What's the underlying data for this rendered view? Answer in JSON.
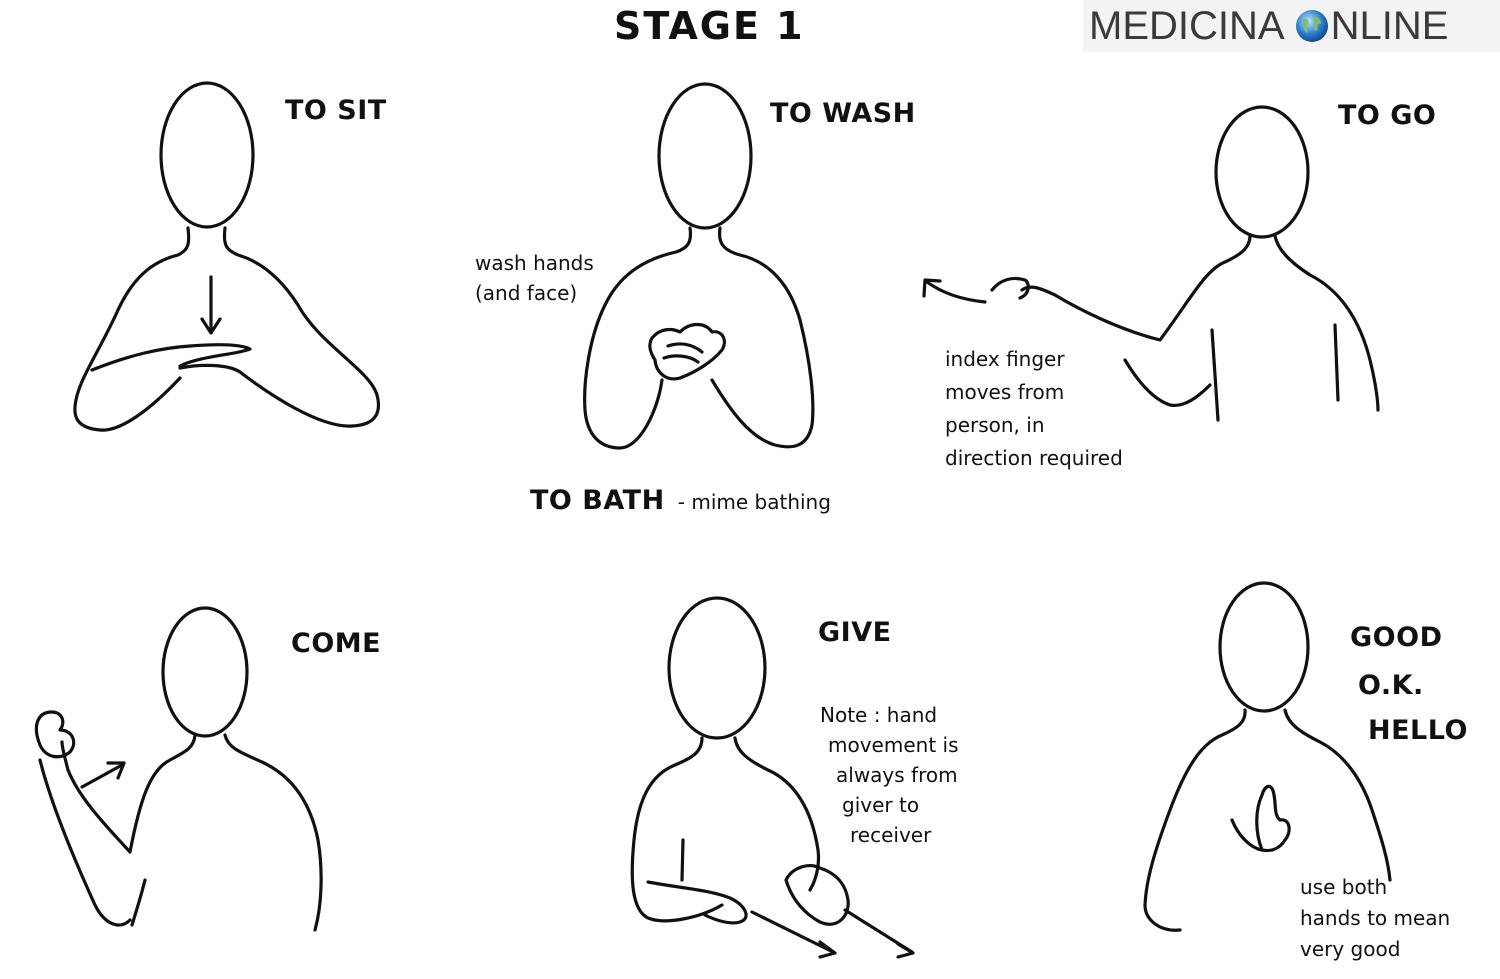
{
  "title": "STAGE 1",
  "watermark": {
    "part1": "MEDICINA",
    "part2": "NLINE",
    "globe_icon": "globe-icon"
  },
  "signs": {
    "to_sit": {
      "label": "TO SIT"
    },
    "to_wash": {
      "label": "TO WASH",
      "note": [
        "wash hands",
        "(and face)"
      ]
    },
    "to_bath": {
      "label": "TO BATH",
      "note": "- mime bathing"
    },
    "to_go": {
      "label": "TO GO",
      "note": [
        "index finger",
        "moves from",
        "person, in",
        "direction required"
      ]
    },
    "come": {
      "label": "COME"
    },
    "give": {
      "label": "GIVE",
      "note": [
        "Note : hand",
        "movement is",
        "always from",
        "giver to",
        "receiver"
      ]
    },
    "good": {
      "labels": [
        "GOOD",
        "O.K.",
        "HELLO"
      ],
      "note": [
        "use both",
        "hands to mean",
        "very good"
      ]
    }
  }
}
